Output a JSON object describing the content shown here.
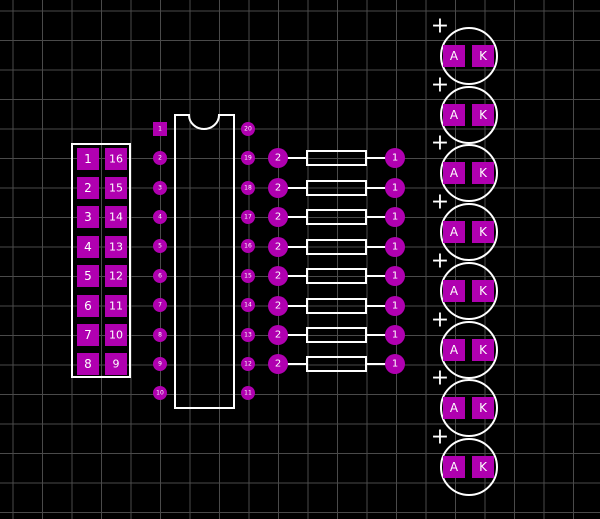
{
  "colors": {
    "background": "#000000",
    "grid": "#4a4a4a",
    "silkscreen": "#ffffff",
    "pad": "#b000b0",
    "pad_label": "#ffffff"
  },
  "dip_switch": {
    "left_labels": [
      "1",
      "2",
      "3",
      "4",
      "5",
      "6",
      "7",
      "8"
    ],
    "right_labels": [
      "16",
      "15",
      "14",
      "13",
      "12",
      "11",
      "10",
      "9"
    ]
  },
  "ic": {
    "left_pins": [
      "1",
      "2",
      "3",
      "4",
      "5",
      "6",
      "7",
      "8",
      "9",
      "10"
    ],
    "right_pins": [
      "20",
      "19",
      "18",
      "17",
      "16",
      "15",
      "14",
      "13",
      "12",
      "11"
    ]
  },
  "resistors": {
    "count": 8,
    "pin_left": "2",
    "pin_right": "1"
  },
  "leds": {
    "count": 8,
    "anode": "A",
    "cathode": "K",
    "polarity_mark": "+"
  }
}
